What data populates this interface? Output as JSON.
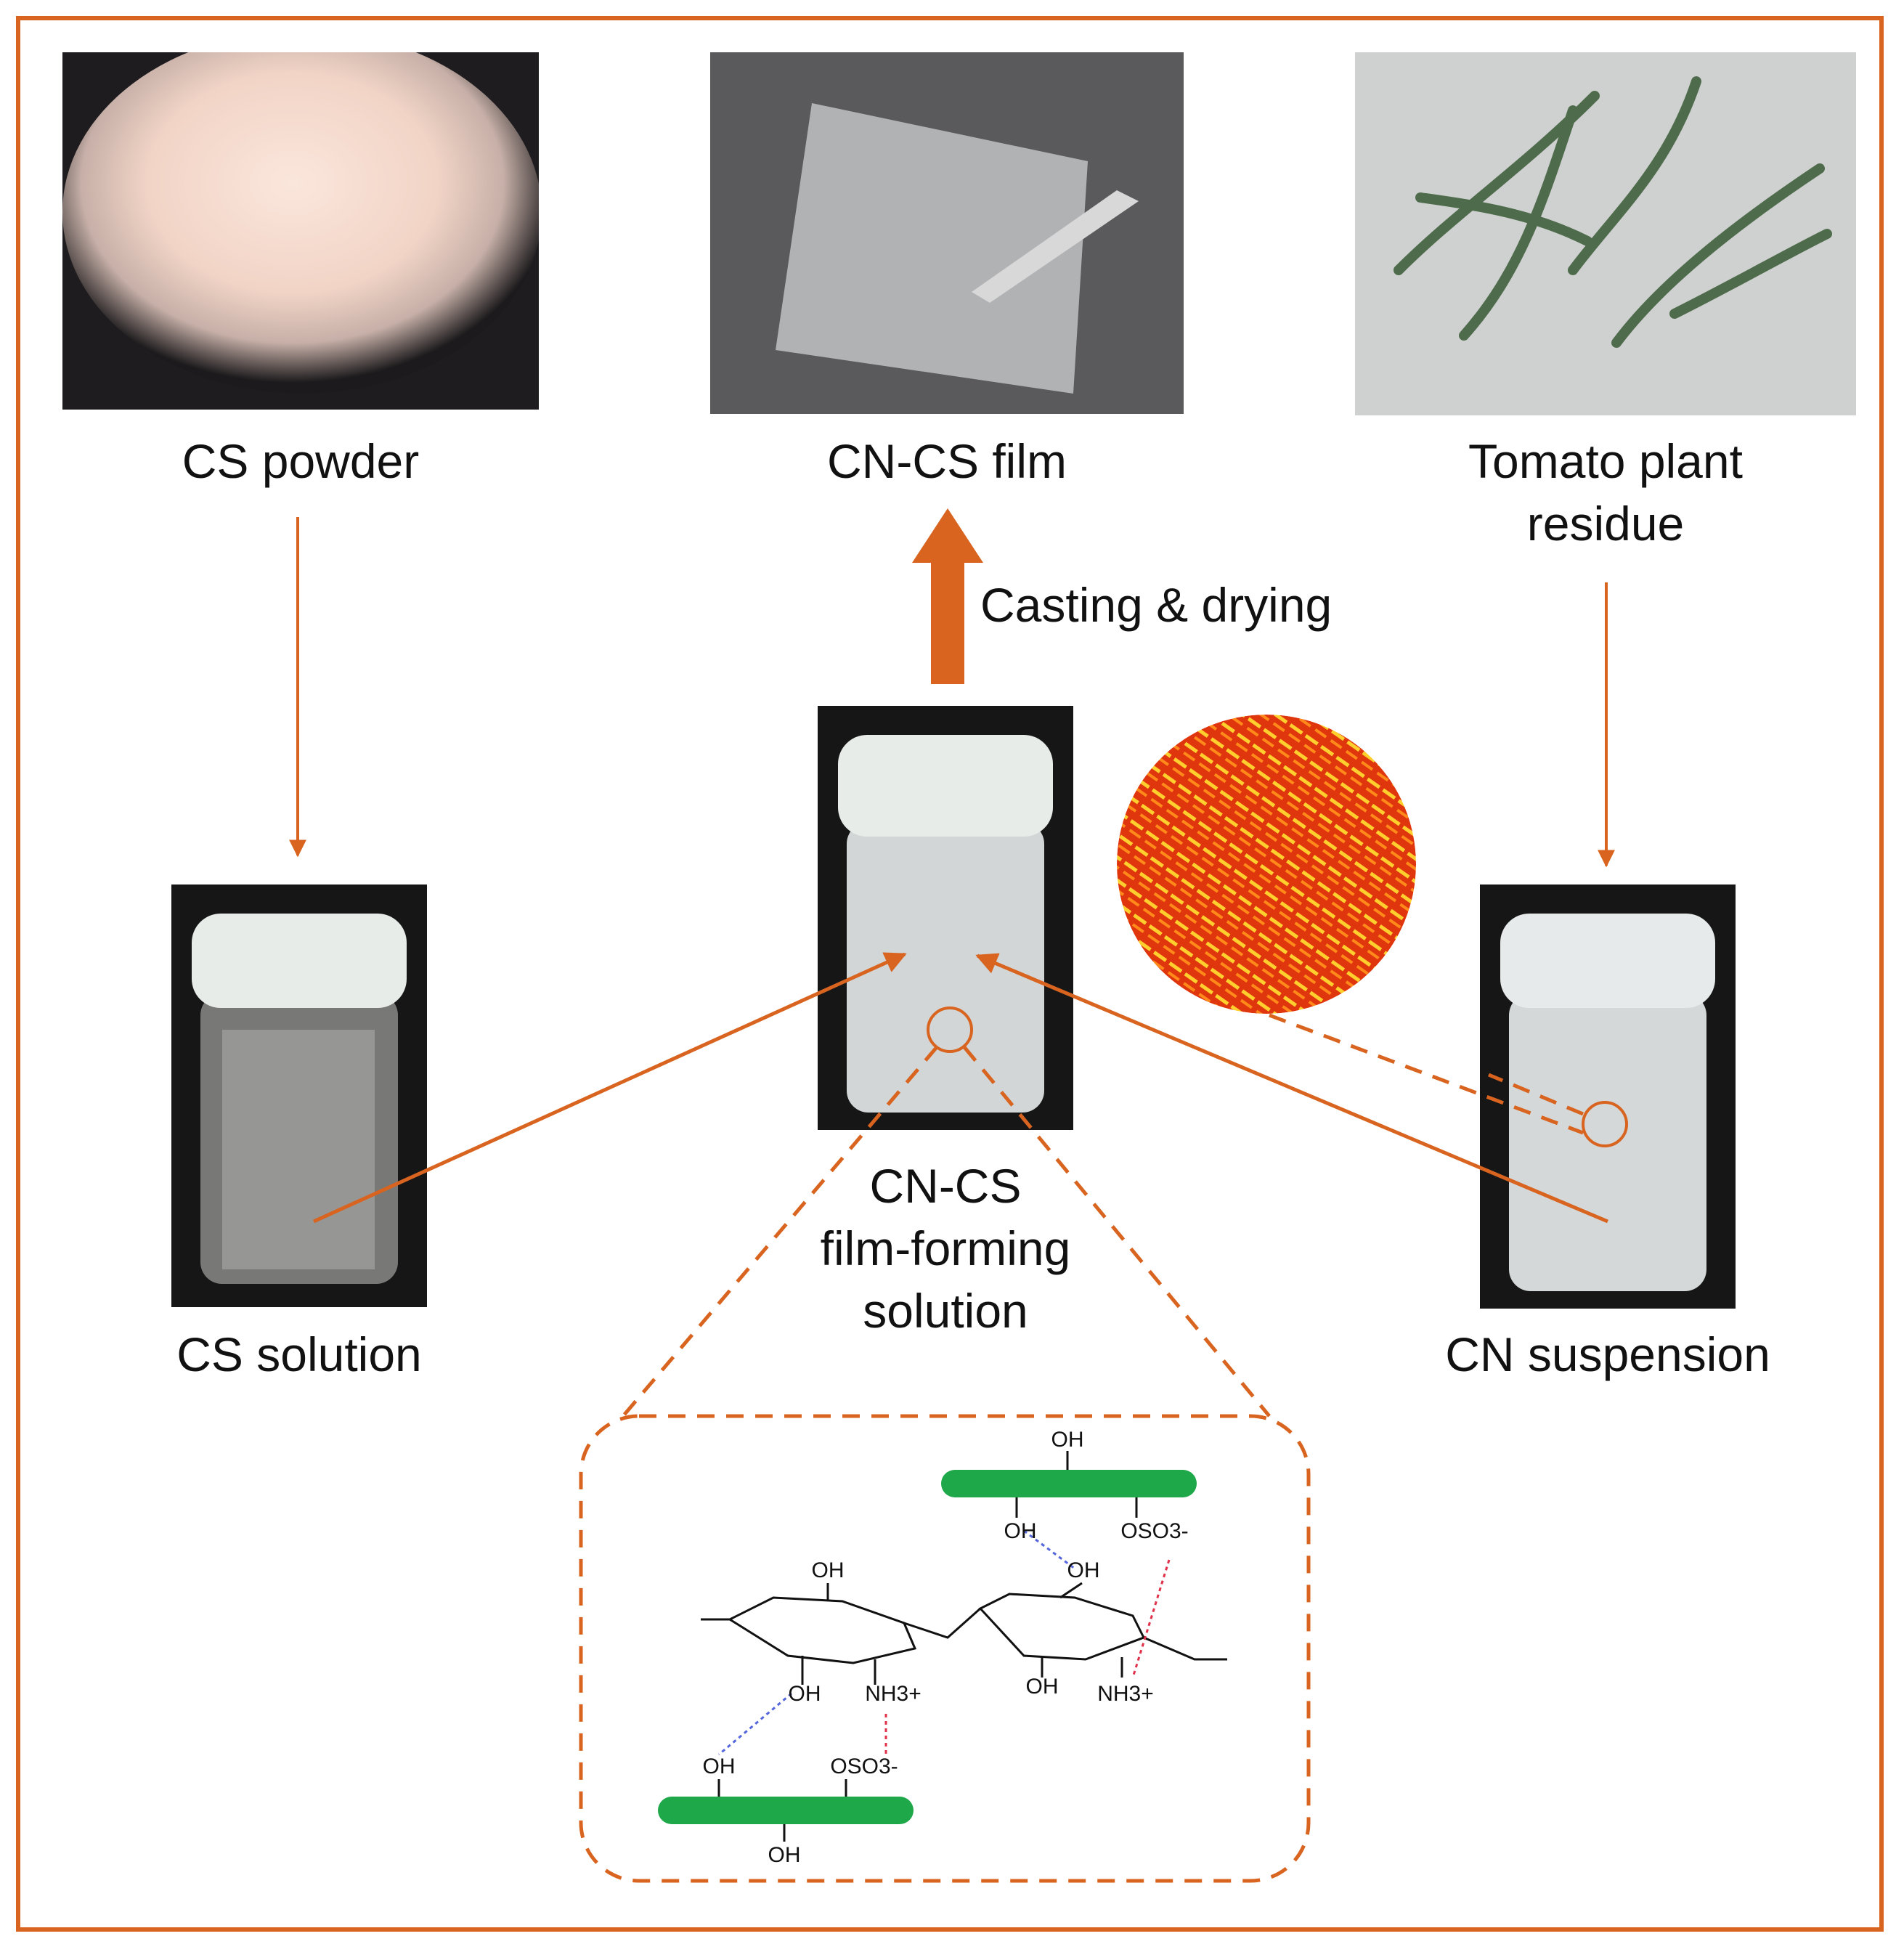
{
  "labels": {
    "cs_powder": "CS powder",
    "cn_cs_film": "CN-CS film",
    "tomato_line1": "Tomato plant",
    "tomato_line2": "residue",
    "casting": "Casting & drying",
    "cs_solution": "CS solution",
    "ffs_line1": "CN-CS",
    "ffs_line2": "film-forming",
    "ffs_line3": "solution",
    "cn_suspension": "CN suspension"
  },
  "chemistry": {
    "oh": "OH",
    "nh3": "NH3+",
    "oso3": "OSO3-"
  },
  "colors": {
    "accent": "#d8641f",
    "nanocrystal_green": "#1fa84a",
    "hbond_blue": "#5566dd",
    "ionic_red": "#e0304a"
  }
}
